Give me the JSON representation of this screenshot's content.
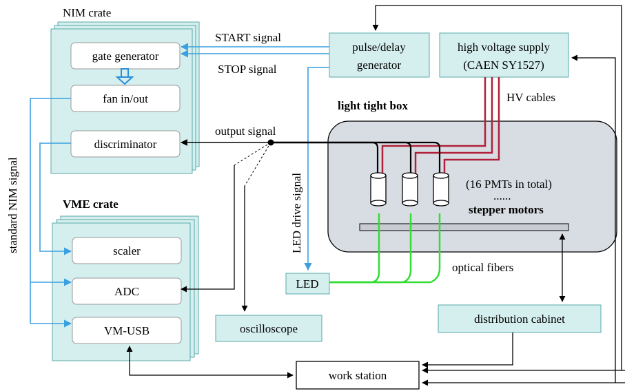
{
  "labels": {
    "nim_crate": "NIM crate",
    "vme_crate": "VME crate",
    "light_tight_box": "light tight box",
    "start_signal": "START signal",
    "stop_signal": "STOP signal",
    "output_signal": "output signal",
    "standard_nim_signal": "standard NIM signal",
    "led_drive_signal": "LED drive signal",
    "hv_cables": "HV cables",
    "optical_fibers": "optical fibers",
    "pmts_total": "(16 PMTs in total)",
    "ellipsis": "......",
    "stepper_motors": "stepper motors"
  },
  "modules": {
    "gate_generator": "gate generator",
    "fan_in_out": "fan in/out",
    "discriminator": "discriminator",
    "scaler": "scaler",
    "adc": "ADC",
    "vm_usb": "VM-USB",
    "pulse_delay_line1": "pulse/delay",
    "pulse_delay_line2": "generator",
    "hv_line1": "high voltage supply",
    "hv_line2": "(CAEN SY1527)",
    "led": "LED",
    "oscilloscope": "oscilloscope",
    "distribution_cabinet": "distribution cabinet",
    "work_station": "work station"
  },
  "colors": {
    "panel_fill": "#d5eeee",
    "panel_stroke": "#5aa9a9",
    "box_fill": "#d8dde3",
    "hv_cable": "#b0203a",
    "fiber": "#33dd33",
    "nim_signal": "#3aa0e0"
  }
}
